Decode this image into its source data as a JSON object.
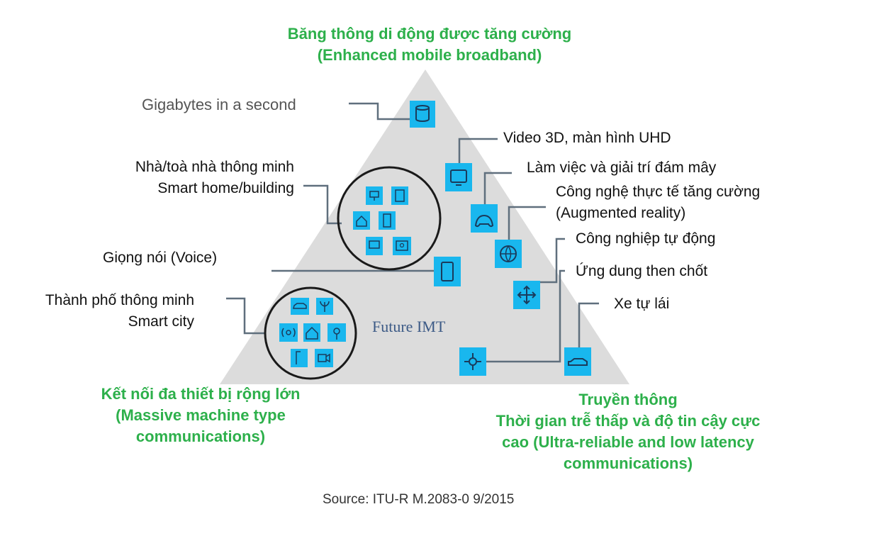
{
  "corners": {
    "top": {
      "line1": "Băng thông di động được tăng cường",
      "line2": "(Enhanced mobile broadband)"
    },
    "bottom_left": {
      "line1": "Kết nối đa thiết bị rộng lớn",
      "line2": "(Massive machine type",
      "line3": "communications)"
    },
    "bottom_right": {
      "line1": "Truyền thông",
      "line2": "Thời gian trễ thấp và độ tin cậy cực",
      "line3": "cao (Ultra-reliable and low latency",
      "line4": "communications)"
    }
  },
  "labels": {
    "gigabytes": "Gigabytes in a second",
    "smart_home_1": "Nhà/toà nhà thông minh",
    "smart_home_2": "Smart home/building",
    "voice": "Giọng nói (Voice)",
    "smart_city_1": "Thành phố thông minh",
    "smart_city_2": "Smart city",
    "video": "Video 3D, màn hình UHD",
    "cloud": "Làm việc và giải trí đám mây",
    "ar_1": "Công nghệ thực tế tăng cường",
    "ar_2": "(Augmented reality)",
    "industry": "Công nghiệp tự động",
    "critical": "Ứng dung then chốt",
    "car": "Xe tự lái"
  },
  "center_label": "Future IMT",
  "source": "Source: ITU-R M.2083-0 9/2015",
  "colors": {
    "green": "#2db04b",
    "icon_fill": "#19b7ee",
    "triangle": "#dcdcdc",
    "line": "#5f6f7d"
  }
}
